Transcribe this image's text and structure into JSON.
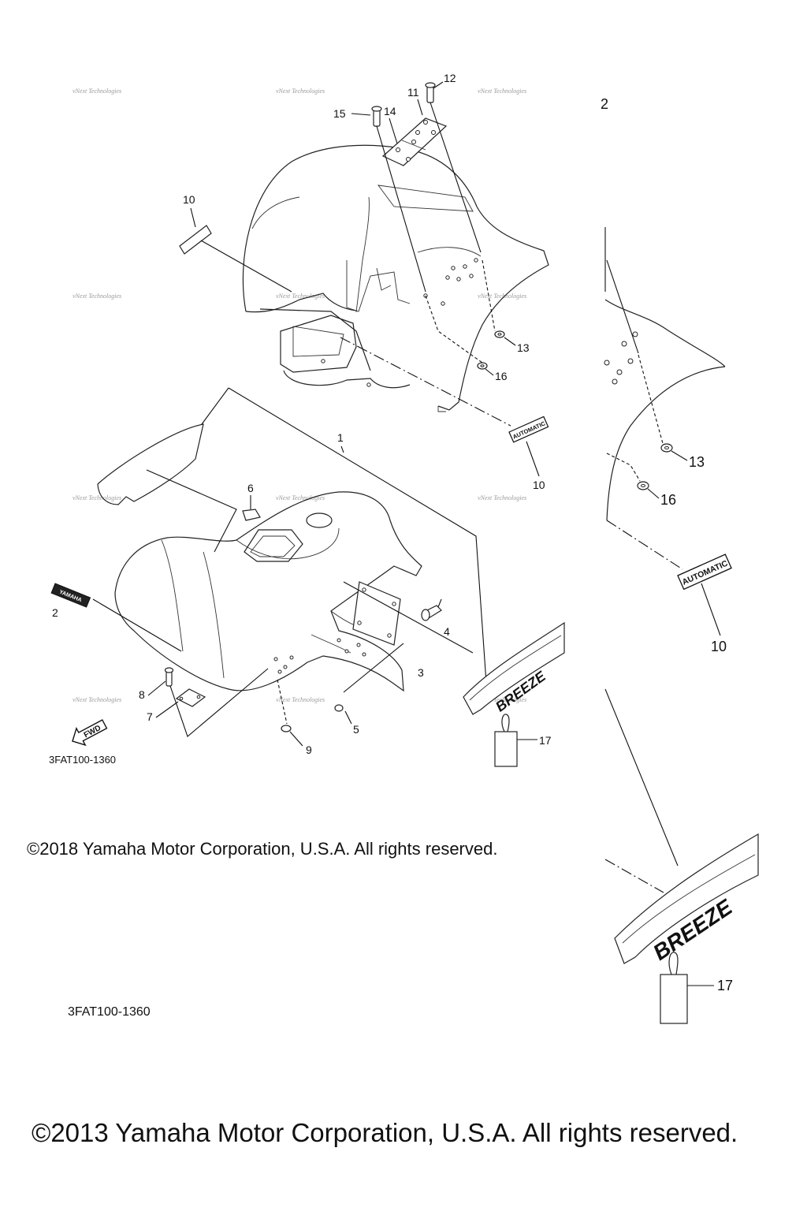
{
  "callouts_main": {
    "c1": "1",
    "c2": "2",
    "c3": "3",
    "c4": "4",
    "c5": "5",
    "c6": "6",
    "c7": "7",
    "c8": "8",
    "c9": "9",
    "c10a": "10",
    "c10b": "10",
    "c11": "11",
    "c12": "12",
    "c13": "13",
    "c14": "14",
    "c15": "15",
    "c16": "16",
    "c17": "17"
  },
  "callouts_zoom": {
    "c12": "2",
    "c13": "13",
    "c16": "16",
    "c10": "10",
    "c17": "17"
  },
  "decals": {
    "automatic": "AUTOMATIC",
    "breeze": "BREEZE",
    "yamaha": "YAMAHA",
    "fwd": "FWD"
  },
  "watermark": "vNext Technologies",
  "part_code_small": "3FAT100-1360",
  "part_code_large": "3FAT100-1360",
  "copyright_2018": "©2018 Yamaha Motor Corporation, U.S.A. All rights reserved.",
  "copyright_2013": "©2013 Yamaha Motor Corporation, U.S.A. All rights reserved."
}
